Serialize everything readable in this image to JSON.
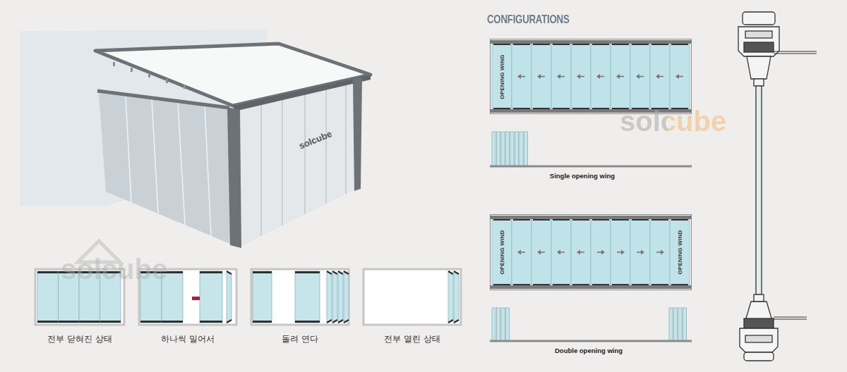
{
  "diagram": {
    "title": "CONFIGURATIONS",
    "nodes": [
      {
        "text": [
          "전부 닫혀진 상태"
        ]
      },
      {
        "text": [
          "하나씩 밀어서"
        ]
      },
      {
        "text": [
          "돌려 연다"
        ]
      },
      {
        "text": [
          "전부 열린 상태"
        ]
      },
      {
        "text": [
          "OPENING WING"
        ]
      },
      {
        "text": [
          "Single opening wing"
        ]
      },
      {
        "text": [
          "OPENING WIND",
          "OPENING WIND"
        ]
      },
      {
        "text": [
          "Double opening wing"
        ]
      }
    ],
    "labels": [
      "solcube",
      "solcube",
      "solcube"
    ]
  }
}
